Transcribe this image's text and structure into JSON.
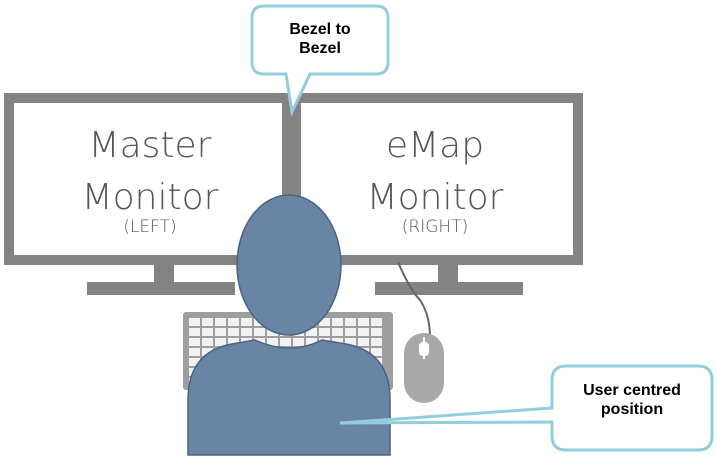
{
  "left_monitor": {
    "title": "Master",
    "subtitle": "Monitor",
    "side": "(LEFT)"
  },
  "right_monitor": {
    "title": "eMap",
    "subtitle": "Monitor",
    "side": "(RIGHT)"
  },
  "callout_top": {
    "line1": "Bezel to",
    "line2": "Bezel"
  },
  "callout_bottom": {
    "line1": "User centred",
    "line2": "position"
  },
  "colors": {
    "monitor_frame": "#838383",
    "user": "#6a84a4",
    "keyboard": "#9e9e9e",
    "mouse": "#a8a8a8",
    "callout_border": "#93cddd",
    "callout_fill": "#ffffff"
  }
}
